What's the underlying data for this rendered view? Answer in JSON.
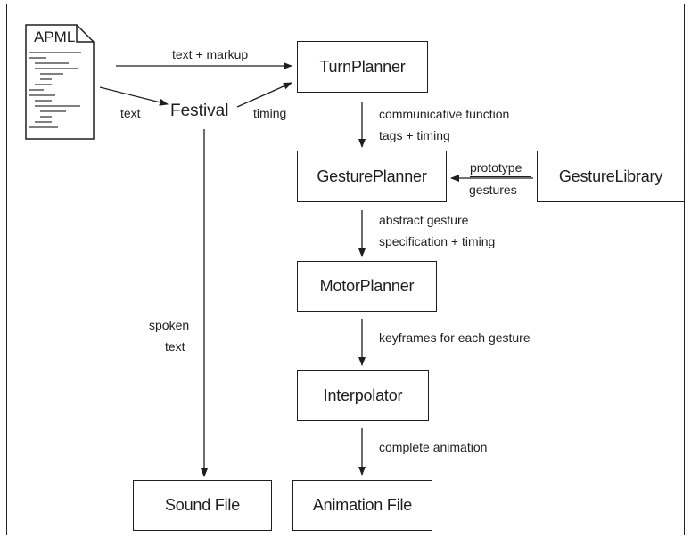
{
  "document": {
    "title": "APML"
  },
  "boxes": {
    "turn_planner": "TurnPlanner",
    "gesture_planner": "GesturePlanner",
    "gesture_library": "GestureLibrary",
    "motor_planner": "MotorPlanner",
    "interpolator": "Interpolator",
    "sound_file": "Sound File",
    "animation_file": "Animation File"
  },
  "nodes": {
    "festival": "Festival"
  },
  "labels": {
    "text_markup": "text + markup",
    "text": "text",
    "timing": "timing",
    "comm_function_1": "communicative function",
    "comm_function_2": "tags + timing",
    "prototype_1": "prototype",
    "prototype_2": "gestures",
    "abstract_1": "abstract gesture",
    "abstract_2": "specification + timing",
    "keyframes": "keyframes for each gesture",
    "spoken_1": "spoken",
    "spoken_2": "text",
    "complete_animation": "complete animation"
  }
}
